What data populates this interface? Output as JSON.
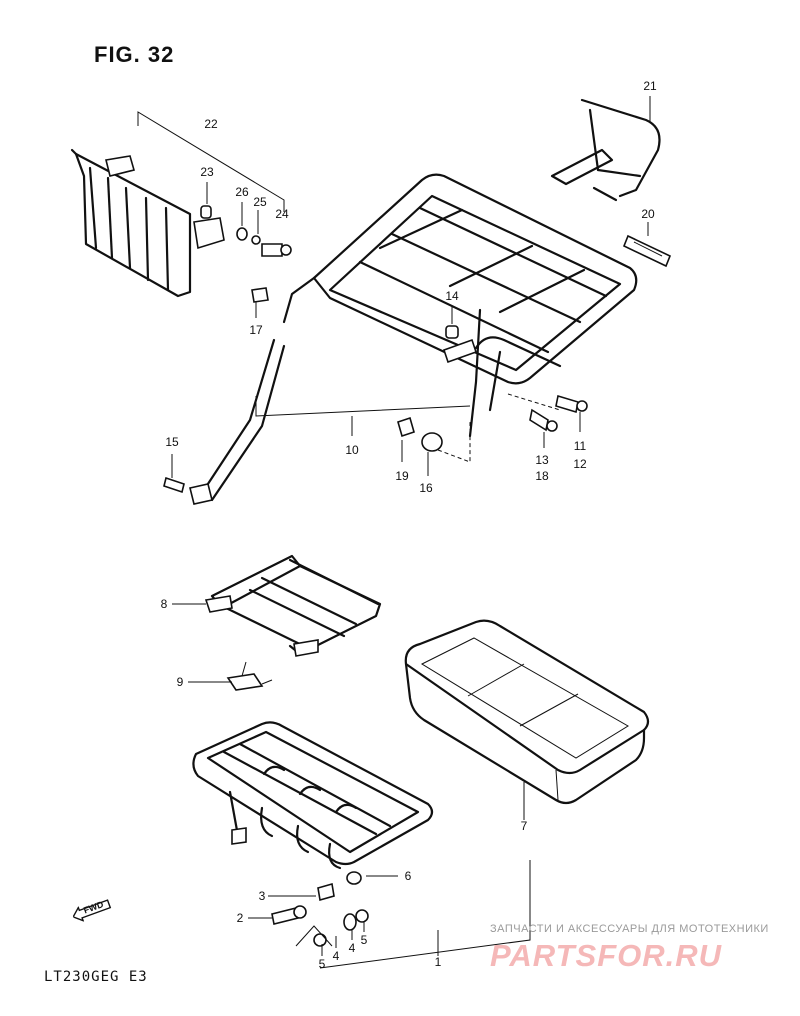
{
  "figure": {
    "title": "FIG. 32",
    "model_code": "LT230GEG E3",
    "fwd_label": "FWD"
  },
  "callouts": [
    {
      "id": "c22",
      "label": "22"
    },
    {
      "id": "c21",
      "label": "21"
    },
    {
      "id": "c23",
      "label": "23"
    },
    {
      "id": "c26",
      "label": "26"
    },
    {
      "id": "c25",
      "label": "25"
    },
    {
      "id": "c24",
      "label": "24"
    },
    {
      "id": "c20",
      "label": "20"
    },
    {
      "id": "c14",
      "label": "14"
    },
    {
      "id": "c17",
      "label": "17"
    },
    {
      "id": "c10",
      "label": "10"
    },
    {
      "id": "c15",
      "label": "15"
    },
    {
      "id": "c19",
      "label": "19"
    },
    {
      "id": "c16",
      "label": "16"
    },
    {
      "id": "c13",
      "label": "13"
    },
    {
      "id": "c18",
      "label": "18"
    },
    {
      "id": "c11",
      "label": "11"
    },
    {
      "id": "c12",
      "label": "12"
    },
    {
      "id": "c8",
      "label": "8"
    },
    {
      "id": "c9",
      "label": "9"
    },
    {
      "id": "c7",
      "label": "7"
    },
    {
      "id": "c3",
      "label": "3"
    },
    {
      "id": "c6",
      "label": "6"
    },
    {
      "id": "c2",
      "label": "2"
    },
    {
      "id": "c5a",
      "label": "5"
    },
    {
      "id": "c4a",
      "label": "4"
    },
    {
      "id": "c4b",
      "label": "4"
    },
    {
      "id": "c5b",
      "label": "5"
    },
    {
      "id": "c1",
      "label": "1"
    }
  ],
  "watermark": {
    "tagline": "ЗАПЧАСТИ И АКСЕССУАРЫ ДЛЯ МОТОТЕХНИКИ",
    "brand": "PARTSFOR.RU"
  }
}
